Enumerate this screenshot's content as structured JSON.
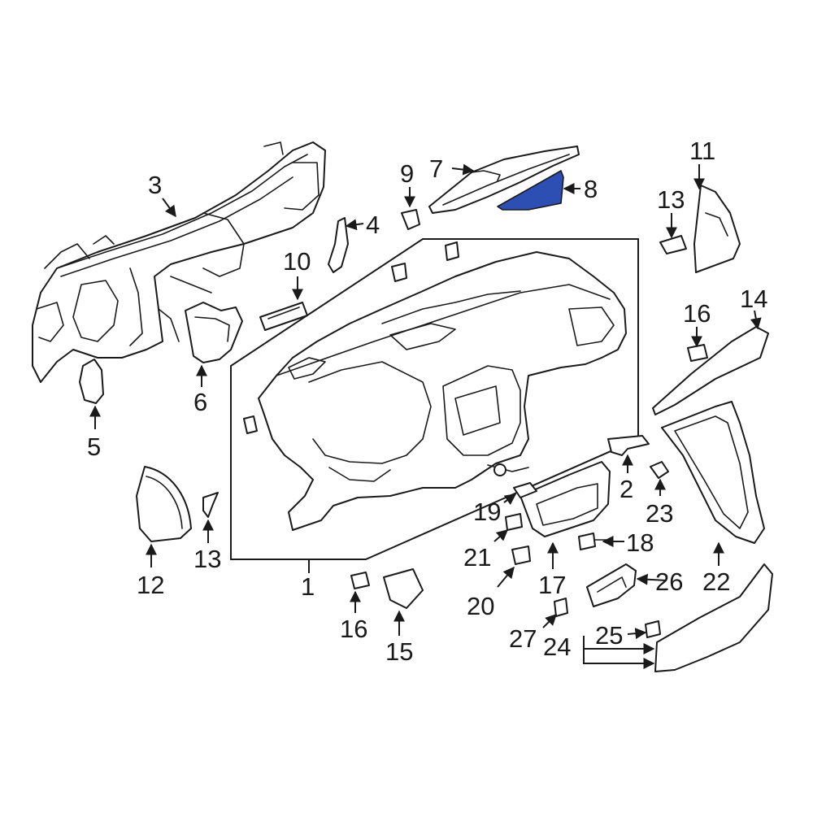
{
  "colors": {
    "line": "#1a1a1a",
    "highlight": "#2d4fb4",
    "background": "#ffffff"
  },
  "highlighted_part": "8",
  "callouts": {
    "c1": "1",
    "c2": "2",
    "c3": "3",
    "c4": "4",
    "c5": "5",
    "c6": "6",
    "c7": "7",
    "c8": "8",
    "c9": "9",
    "c10": "10",
    "c11": "11",
    "c12": "12",
    "c13a": "13",
    "c13b": "13",
    "c14": "14",
    "c15": "15",
    "c16a": "16",
    "c16b": "16",
    "c17": "17",
    "c18": "18",
    "c19": "19",
    "c20": "20",
    "c21": "21",
    "c22": "22",
    "c23": "23",
    "c24": "24",
    "c25": "25",
    "c26": "26",
    "c27": "27"
  }
}
